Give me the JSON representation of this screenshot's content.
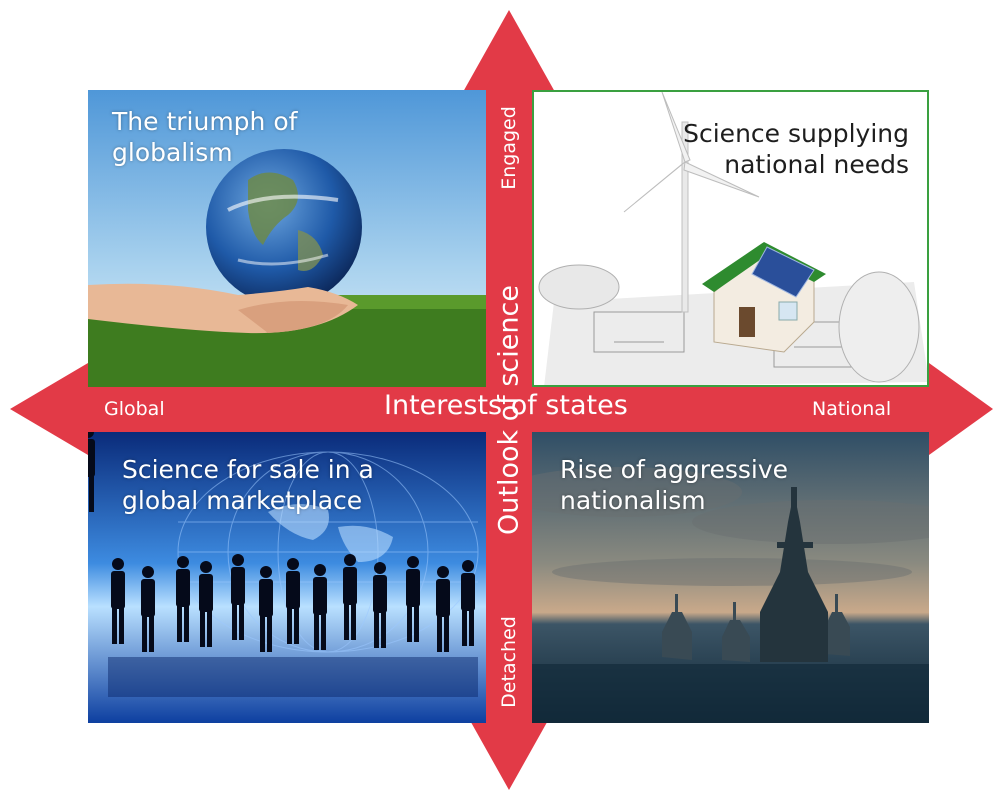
{
  "quadrants": {
    "top_left": {
      "title": "The triumph of\nglobalism",
      "image": "hands-holding-earth-over-grass"
    },
    "top_right": {
      "title": "Science supplying\nnational needs",
      "image": "wind-turbine-solar-house-on-blueprints"
    },
    "bottom_left": {
      "title": "Science for sale in a\nglobal marketplace",
      "image": "business-silhouettes-world-map"
    },
    "bottom_right": {
      "title": "Rise of aggressive\nnationalism",
      "image": "warships-at-sea"
    }
  },
  "axes": {
    "horizontal": {
      "title": "Interests of states",
      "left": "Global",
      "right": "National"
    },
    "vertical": {
      "title": "Outlook of science",
      "top": "Engaged",
      "bottom": "Detached"
    }
  },
  "colors": {
    "arrow": "#e23a47",
    "label": "#ffffff",
    "tr_border": "#3aa040"
  }
}
